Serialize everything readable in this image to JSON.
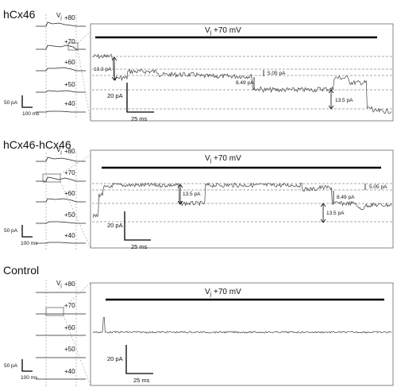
{
  "panels": [
    {
      "id": "a",
      "title": "hCx46",
      "vj_label": "V",
      "vj_sub": "j",
      "steps": [
        "+80",
        "+70",
        "+60",
        "+50",
        "+40"
      ],
      "mini_scale": {
        "current": "50 pA",
        "time": "100 ms"
      },
      "zoom_label_v": "V",
      "zoom_label_sub": "j",
      "zoom_label_rest": " +70 mV",
      "annotations": [
        "13.3 pA",
        "5.05 pA",
        "8.49 pA",
        "13.5 pA"
      ],
      "scale": {
        "current": "20 pA",
        "time": "25 ms"
      }
    },
    {
      "id": "b",
      "title": "hCx46-hCx46",
      "vj_label": "V",
      "vj_sub": "j",
      "steps": [
        "+80",
        "+70",
        "+60",
        "+50",
        "+40"
      ],
      "mini_scale": {
        "current": "50 pA",
        "time": "100 ms"
      },
      "zoom_label_v": "V",
      "zoom_label_sub": "j",
      "zoom_label_rest": " +70 mV",
      "annotations": [
        "13.5 pA",
        "5.05 pA",
        "8.49 pA",
        "13.5 pA"
      ],
      "scale": {
        "current": "20 pA",
        "time": "25 ms"
      }
    },
    {
      "id": "c",
      "title": "Control",
      "vj_label": "V",
      "vj_sub": "j",
      "steps": [
        "+80",
        "+70",
        "+60",
        "+50",
        "+40"
      ],
      "mini_scale": {
        "current": "50 pA",
        "time": "100 ms"
      },
      "zoom_label_v": "V",
      "zoom_label_sub": "j",
      "zoom_label_rest": " +70 mV",
      "annotations": [],
      "scale": {
        "current": "20 pA",
        "time": "25 ms"
      }
    }
  ]
}
